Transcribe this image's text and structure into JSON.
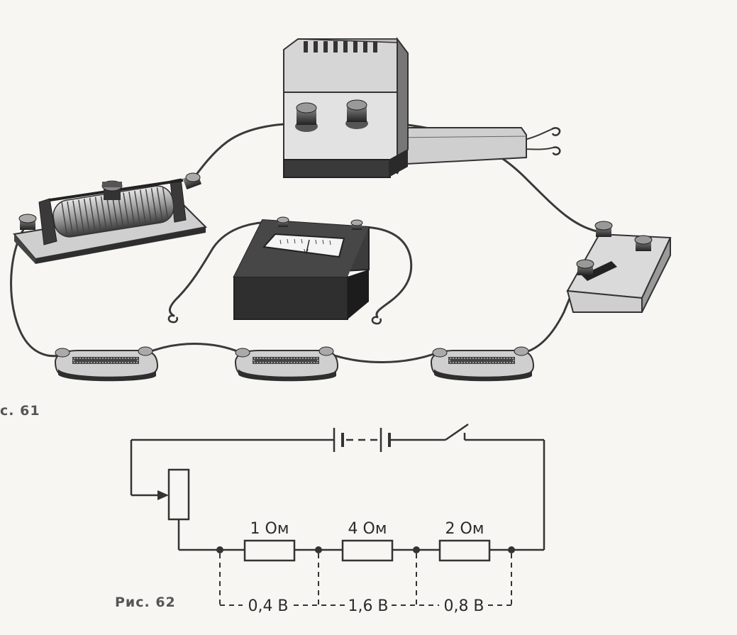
{
  "figure_61": {
    "caption": "с. 61",
    "meter_glyph": "V"
  },
  "figure_62": {
    "caption": "Рис. 62",
    "resistors": [
      {
        "label": "1 Ом"
      },
      {
        "label": "4 Ом"
      },
      {
        "label": "2 Ом"
      }
    ],
    "voltages": [
      {
        "label": "0,4 В"
      },
      {
        "label": "1,6 В"
      },
      {
        "label": "0,8 В"
      }
    ]
  }
}
